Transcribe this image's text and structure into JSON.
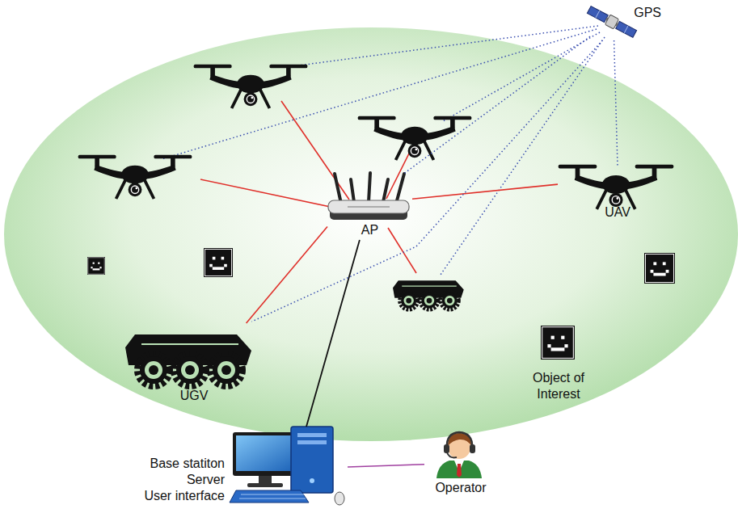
{
  "diagram": {
    "nodes": [
      {
        "text": [
          "GPS"
        ]
      },
      {
        "text": [
          "UAV"
        ]
      },
      {
        "text": [
          "AP"
        ]
      },
      {
        "text": [
          "UGV"
        ]
      },
      {
        "text": [
          "Object of Interest"
        ]
      },
      {
        "text": [
          "Base statiton",
          "Server",
          "User interface"
        ]
      },
      {
        "text": [
          "Operator"
        ]
      }
    ],
    "edges": [
      {
        "from": 1,
        "to": 2,
        "arrow": "none"
      },
      {
        "from": 3,
        "to": 2,
        "arrow": "none"
      },
      {
        "from": 2,
        "to": 5,
        "arrow": "none"
      },
      {
        "from": 5,
        "to": 6,
        "arrow": "none"
      },
      {
        "from": 0,
        "to": 1,
        "arrow": "none"
      },
      {
        "from": 0,
        "to": 2,
        "arrow": "none"
      },
      {
        "from": 0,
        "to": 3,
        "arrow": "none"
      }
    ]
  }
}
